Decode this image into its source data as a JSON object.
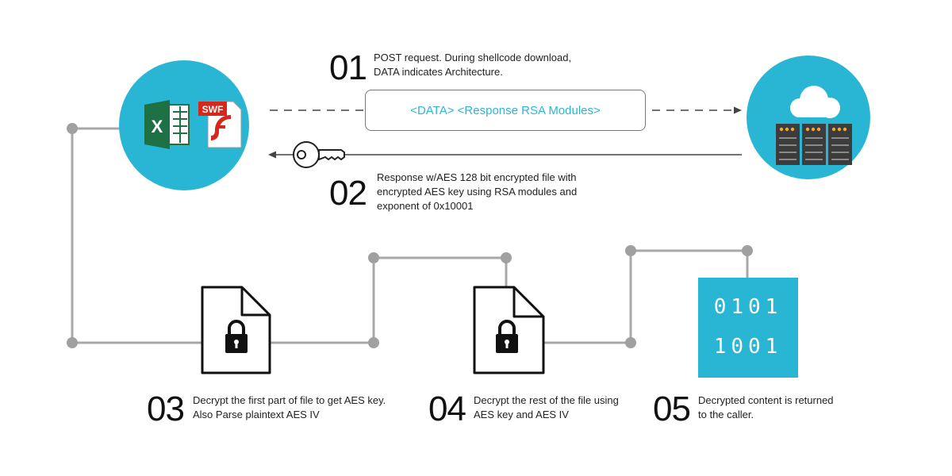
{
  "colors": {
    "accent": "#29b6d5",
    "excel_green": "#1e7145",
    "flash_red": "#d7261b",
    "connector_gray": "#a8a8a8",
    "node_gray": "#a0a0a0",
    "server_dark": "#3c3c3c"
  },
  "client": {
    "icons": [
      "excel-icon",
      "swf-file-icon"
    ],
    "swf_label": "SWF",
    "excel_letter": "X"
  },
  "server": {
    "icons": [
      "cloud-icon",
      "server-rack-icon"
    ]
  },
  "message_box": {
    "text": "<DATA> <Response RSA Modules>"
  },
  "steps": [
    {
      "number": "01",
      "lines": [
        "POST request. During shellcode download,",
        "DATA indicates Architecture."
      ]
    },
    {
      "number": "02",
      "lines": [
        "Response w/AES 128 bit encrypted file with",
        "encrypted AES key using RSA modules and",
        "exponent of 0x10001"
      ]
    },
    {
      "number": "03",
      "lines": [
        "Decrypt the first part of file to get AES key.",
        "Also Parse plaintext AES IV"
      ]
    },
    {
      "number": "04",
      "lines": [
        "Decrypt the rest of the file using",
        "AES key and AES IV"
      ]
    },
    {
      "number": "05",
      "lines": [
        "Decrypted content is returned",
        "to the caller."
      ]
    }
  ],
  "binary_block": {
    "line1": "0101",
    "line2": "1001"
  },
  "key_icon": "key-icon",
  "locked_file_icons": [
    "locked-file-icon",
    "locked-file-icon"
  ]
}
